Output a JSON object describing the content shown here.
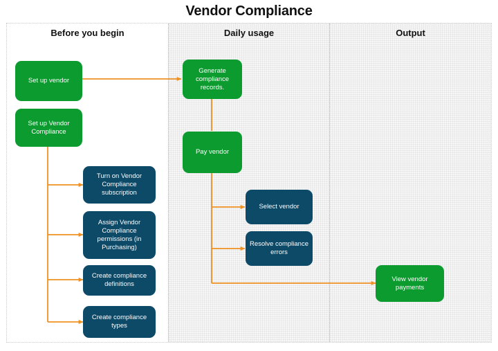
{
  "title": "Vendor Compliance",
  "colors": {
    "green": "#0c9b2e",
    "navy": "#0d4a68",
    "connector": "#ef9021",
    "lane_fill": "#f7f7f7",
    "text_on_node": "#ffffff",
    "title_text": "#111111"
  },
  "lanes": [
    {
      "id": "before",
      "header": "Before you begin"
    },
    {
      "id": "daily",
      "header": "Daily usage"
    },
    {
      "id": "output",
      "header": "Output"
    }
  ],
  "nodes": [
    {
      "id": "set-up-vendor",
      "lane": "before",
      "style": "green",
      "label": "Set up vendor"
    },
    {
      "id": "set-up-vendor-compliance",
      "lane": "before",
      "style": "green",
      "label": "Set up Vendor Compliance"
    },
    {
      "id": "turn-on-subscription",
      "lane": "before",
      "style": "navy",
      "label": "Turn on Vendor Compliance subscription"
    },
    {
      "id": "assign-permissions",
      "lane": "before",
      "style": "navy",
      "label": "Assign Vendor Compliance permissions (in Purchasing)"
    },
    {
      "id": "create-definitions",
      "lane": "before",
      "style": "navy",
      "label": "Create compliance definitions"
    },
    {
      "id": "create-types",
      "lane": "before",
      "style": "navy",
      "label": "Create compliance types"
    },
    {
      "id": "generate-records",
      "lane": "daily",
      "style": "green",
      "label": "Generate compliance records."
    },
    {
      "id": "pay-vendor",
      "lane": "daily",
      "style": "green",
      "label": "Pay vendor"
    },
    {
      "id": "select-vendor",
      "lane": "daily",
      "style": "navy",
      "label": "Select vendor"
    },
    {
      "id": "resolve-errors",
      "lane": "daily",
      "style": "navy",
      "label": "Resolve compliance errors"
    },
    {
      "id": "view-vendor-payments",
      "lane": "output",
      "style": "green",
      "label": "View vendor payments"
    }
  ],
  "edges": [
    {
      "from": "set-up-vendor",
      "to": "generate-records",
      "arrow": true
    },
    {
      "from": "set-up-vendor-compliance",
      "to": "turn-on-subscription",
      "arrow": true
    },
    {
      "from": "set-up-vendor-compliance",
      "to": "assign-permissions",
      "arrow": true
    },
    {
      "from": "set-up-vendor-compliance",
      "to": "create-definitions",
      "arrow": true
    },
    {
      "from": "set-up-vendor-compliance",
      "to": "create-types",
      "arrow": true
    },
    {
      "from": "generate-records",
      "to": "pay-vendor",
      "arrow": false
    },
    {
      "from": "pay-vendor",
      "to": "select-vendor",
      "arrow": true
    },
    {
      "from": "pay-vendor",
      "to": "resolve-errors",
      "arrow": true
    },
    {
      "from": "pay-vendor",
      "to": "view-vendor-payments",
      "arrow": true
    }
  ]
}
